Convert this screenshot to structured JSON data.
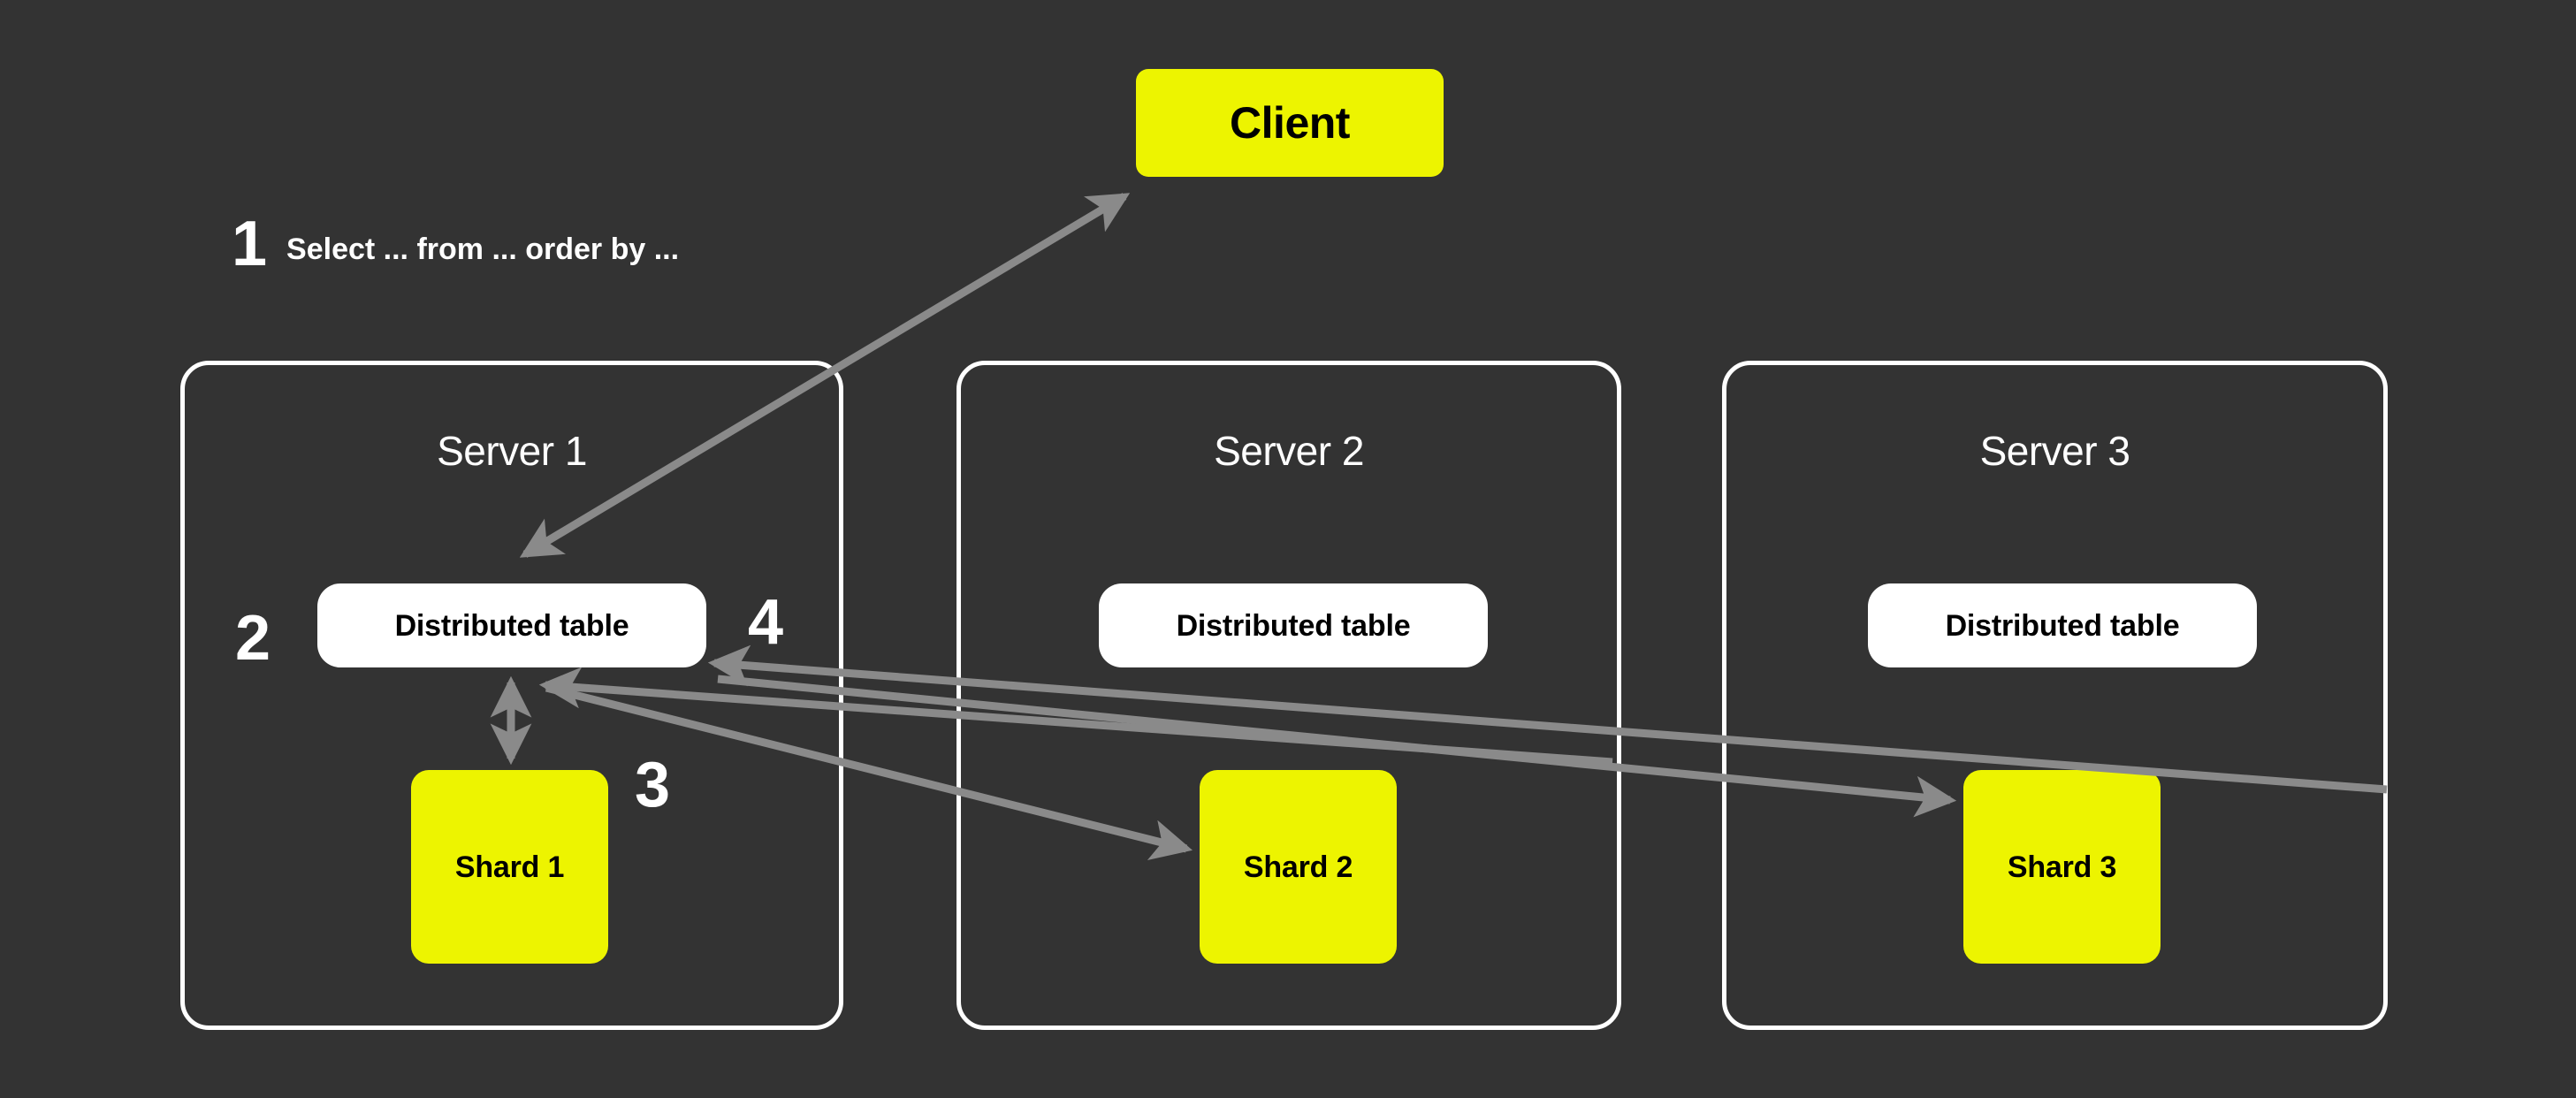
{
  "diagram": {
    "title": "Distributed query execution across sharded servers",
    "background_color": "#333333",
    "accent_color": "#EDF400",
    "border_color": "#FFFFFF",
    "arrow_color": "#8A8A8A",
    "client": {
      "label": "Client"
    },
    "steps": [
      {
        "number": "1",
        "text": "Select ... from ... order by ..."
      },
      {
        "number": "2",
        "text": ""
      },
      {
        "number": "3",
        "text": ""
      },
      {
        "number": "4",
        "text": ""
      }
    ],
    "step_numbers": {
      "one": "1",
      "two": "2",
      "three": "3",
      "four": "4"
    },
    "step_one_text": "Select ... from ... order by ...",
    "servers": [
      {
        "title": "Server 1",
        "distributed_table": "Distributed table",
        "shard": "Shard 1"
      },
      {
        "title": "Server 2",
        "distributed_table": "Distributed table",
        "shard": "Shard 2"
      },
      {
        "title": "Server 3",
        "distributed_table": "Distributed table",
        "shard": "Shard 3"
      }
    ],
    "arrows": [
      {
        "name": "client-to-distributed-table-1",
        "kind": "double-headed",
        "from": "Distributed table (Server 1)",
        "to": "Client"
      },
      {
        "name": "distributed-table-1-to-shard-1",
        "kind": "double-headed",
        "from": "Distributed table (Server 1)",
        "to": "Shard 1"
      },
      {
        "name": "distributed-table-1-to-shard-2",
        "kind": "single-headed",
        "from": "Distributed table (Server 1)",
        "to": "Shard 2"
      },
      {
        "name": "distributed-table-1-to-shard-3",
        "kind": "single-headed",
        "from": "Distributed table (Server 1)",
        "to": "Shard 3"
      },
      {
        "name": "shard-2-to-distributed-table-1",
        "kind": "single-headed",
        "from": "Shard 2",
        "to": "Distributed table (Server 1)"
      },
      {
        "name": "shard-3-to-distributed-table-1",
        "kind": "single-headed",
        "from": "Shard 3",
        "to": "Distributed table (Server 1)"
      }
    ]
  }
}
